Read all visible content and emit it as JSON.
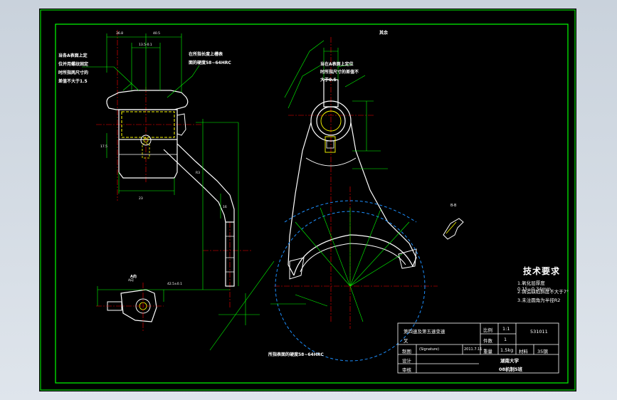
{
  "colors": {
    "background": "#000000",
    "outline": "#ffffff",
    "frame": "#00ff00",
    "dimension": "#00ff00",
    "centerline": "#ff0000",
    "hidden": "#ffff00",
    "arc": "#1e90ff"
  },
  "annotations": {
    "note_left_1": "当各A表面上定",
    "note_left_2": "位并用螺纹固定",
    "note_left_3": "时所指两尺寸的",
    "note_left_4": "差值不大于1.5",
    "note_mid_1": "在所指长度上槽表",
    "note_mid_2": "面的硬度58~64HRC",
    "note_right_1": "当在A表面上定位",
    "note_right_2": "时所指尺寸的差值不",
    "note_right_3": "大于0.5",
    "bottom_note": "所指表面的硬度58~64HRC",
    "view_label": "B-B",
    "section_label": "A向",
    "surface_label": "其余"
  },
  "requirements": {
    "title": "技术要求",
    "items": [
      "1.氧化层厚度0.15~0.34mm",
      "2.铸造缺陷斜度不大于7°",
      "3.未注圆角为半径R2"
    ]
  },
  "title_block": {
    "part_name_1": "第四速及第五速变速",
    "part_name_2": "叉",
    "scale_label": "比例",
    "scale_value": "1:1",
    "drawing_no": "531011",
    "qty_label": "件数",
    "qty_value": "1",
    "drawn_label": "制图",
    "drawn_value": "(Signature)",
    "date_value": "2011.7.11",
    "weight_label": "重量",
    "weight_value": "1.5kg",
    "material_label": "材料",
    "material_value": "35钢",
    "design_label": "设计",
    "check_label": "审核",
    "school": "湖南大学",
    "class": "08机制5班"
  }
}
